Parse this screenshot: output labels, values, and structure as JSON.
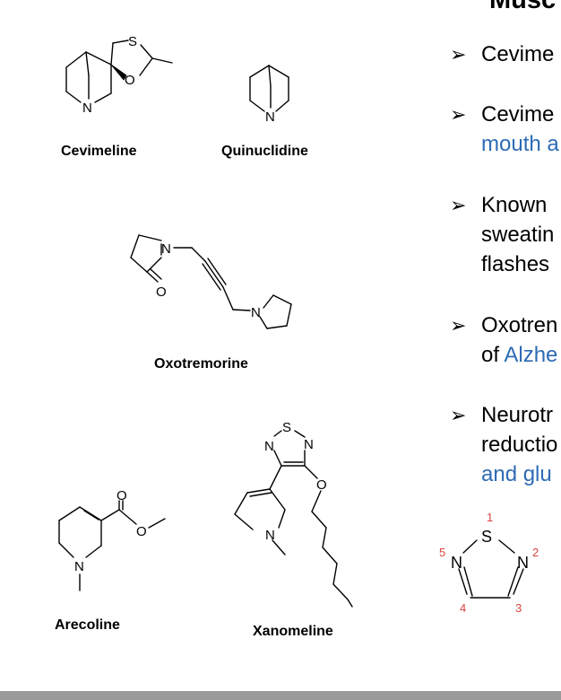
{
  "title": "Musc",
  "molecules": [
    {
      "id": "cevimeline",
      "label": "Cevimeline"
    },
    {
      "id": "quinuclidine",
      "label": "Quinuclidine"
    },
    {
      "id": "oxotremorine",
      "label": "Oxotremorine"
    },
    {
      "id": "arecoline",
      "label": "Arecoline"
    },
    {
      "id": "xanomeline",
      "label": "Xanomeline"
    }
  ],
  "atoms": {
    "s": "S",
    "o": "O",
    "n": "N"
  },
  "bullet_arrow": "➢",
  "bullets": [
    {
      "lines": [
        {
          "parts": [
            {
              "text": "Cevime"
            }
          ]
        }
      ]
    },
    {
      "lines": [
        {
          "parts": [
            {
              "text": "Cevime"
            }
          ]
        },
        {
          "parts": [
            {
              "text": "mouth a",
              "color": "#2d6bb5"
            }
          ]
        }
      ]
    },
    {
      "lines": [
        {
          "parts": [
            {
              "text": "Known"
            }
          ]
        },
        {
          "parts": [
            {
              "text": "sweatin"
            }
          ]
        },
        {
          "parts": [
            {
              "text": "flashes"
            }
          ]
        }
      ]
    },
    {
      "lines": [
        {
          "parts": [
            {
              "text": "Oxotren"
            }
          ]
        },
        {
          "parts": [
            {
              "text": "of "
            },
            {
              "text": "Alzhe",
              "color": "#2d6bb5"
            }
          ]
        }
      ]
    },
    {
      "lines": [
        {
          "parts": [
            {
              "text": "Neurotr"
            }
          ]
        },
        {
          "parts": [
            {
              "text": "reductio"
            }
          ]
        },
        {
          "parts": [
            {
              "text": "and glu",
              "color": "#2d6bb5"
            }
          ]
        }
      ]
    }
  ],
  "thiadiazole_numbers": [
    "1",
    "2",
    "3",
    "4",
    "5"
  ],
  "colors": {
    "accent_blue": "#2d6bb5",
    "numbering_red": "#d94343",
    "footer_bar": "#9a9a9a"
  }
}
